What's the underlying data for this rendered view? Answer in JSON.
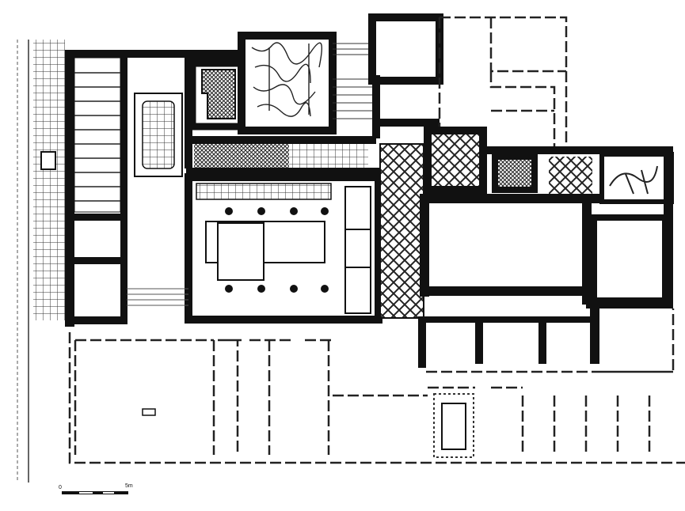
{
  "figure": {
    "type": "architectural floor plan",
    "scale_bar": {
      "start_label": "0",
      "end_label": "5m"
    }
  }
}
